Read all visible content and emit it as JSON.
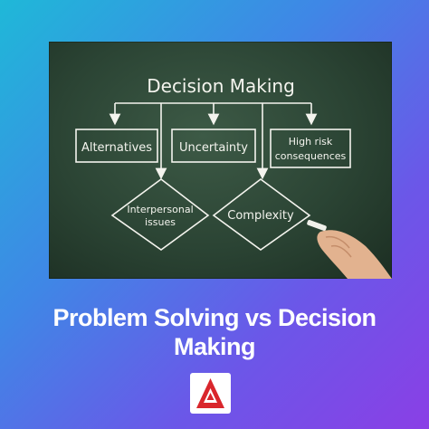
{
  "diagram": {
    "title": "Decision Making",
    "boxes": [
      "Alternatives",
      "Uncertainty",
      "High risk",
      "consequences"
    ],
    "diamonds": [
      "Interpersonal",
      "issues",
      "Complexity"
    ]
  },
  "headline": {
    "line1": "Problem Solving vs Decision",
    "line2": "Making"
  },
  "colors": {
    "chalk": "#f4f4ee",
    "board": "#2b4434",
    "logo_red": "#d9262c"
  },
  "icons": [
    "hand-with-chalk-icon",
    "logo-icon"
  ]
}
